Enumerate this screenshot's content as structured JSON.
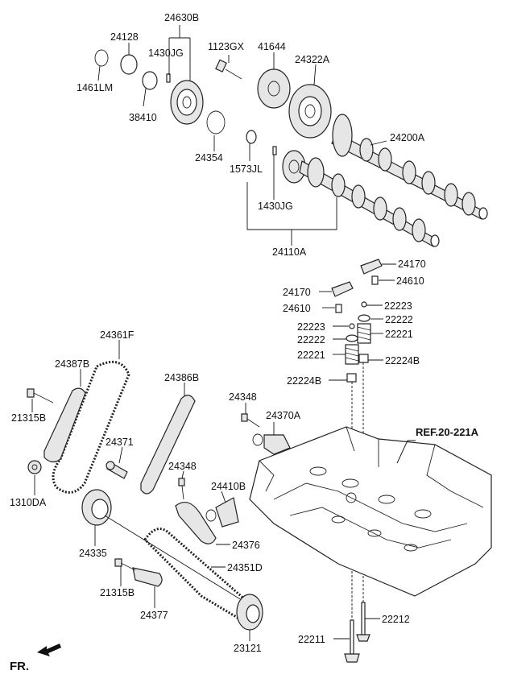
{
  "labels": {
    "p24630B": "24630B",
    "p24128": "24128",
    "p1430JG_top": "1430JG",
    "p1461LM": "1461LM",
    "p38410": "38410",
    "p1123GX": "1123GX",
    "p41644": "41644",
    "p24322A": "24322A",
    "p24200A": "24200A",
    "p24354": "24354",
    "p1573JL": "1573JL",
    "p1430JG_bottom": "1430JG",
    "p24110A": "24110A",
    "p24170_right": "24170",
    "p24610_right": "24610",
    "p24170_left": "24170",
    "p24610_left": "24610",
    "p22223_right": "22223",
    "p22222_right": "22222",
    "p22223_left": "22223",
    "p22221_right": "22221",
    "p22222_left": "22222",
    "p22221_left": "22221",
    "p22224B_right": "22224B",
    "p22224B_left": "22224B",
    "p24361F": "24361F",
    "p24387B": "24387B",
    "p24386B": "24386B",
    "p21315B_top": "21315B",
    "p24348_top": "24348",
    "p24370A": "24370A",
    "ref": "REF.20-221A",
    "p24371": "24371",
    "p24348_mid": "24348",
    "p1310DA": "1310DA",
    "p24410B": "24410B",
    "p24376": "24376",
    "p24335": "24335",
    "p24351D": "24351D",
    "p21315B_bottom": "21315B",
    "p24377": "24377",
    "p22212": "22212",
    "p22211": "22211",
    "p23121": "23121",
    "fr": "FR."
  },
  "icons": [
    "fr-arrow-icon"
  ]
}
